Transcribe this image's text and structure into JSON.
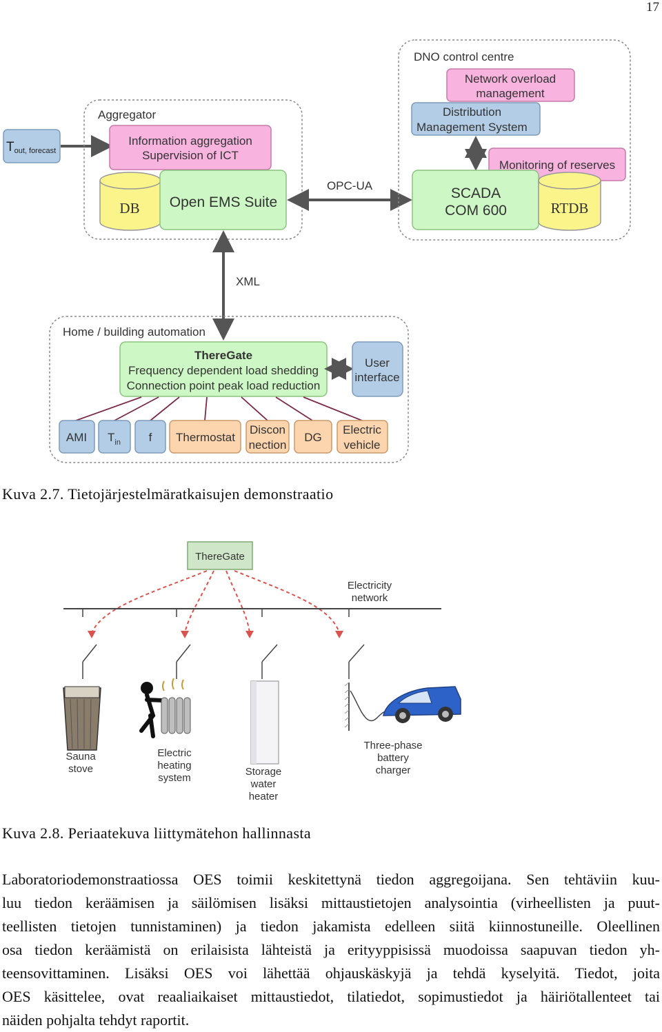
{
  "page_number": "17",
  "figure1": {
    "t_out": {
      "main": "T",
      "sub": "out, forecast"
    },
    "aggregator": {
      "title": "Aggregator",
      "info_box": [
        "Information aggregation",
        "Supervision of ICT"
      ],
      "db": "DB",
      "ems": "Open EMS Suite"
    },
    "opc_ua": "OPC-UA",
    "dno": {
      "title": "DNO control centre",
      "overload": [
        "Network overload",
        "management"
      ],
      "dms": [
        "Distribution",
        "Management System"
      ],
      "monitoring": "Monitoring of reserves",
      "scada": [
        "SCADA",
        "COM 600"
      ],
      "rtdb": "RTDB"
    },
    "xml": "XML",
    "home": {
      "title": "Home / building automation",
      "theregate": [
        "ThereGate",
        "Frequency dependent load shedding",
        "Connection point peak load reduction"
      ],
      "user_interface": [
        "User",
        "interface"
      ],
      "devices": {
        "ami": "AMI",
        "tin_main": "T",
        "tin_sub": "in",
        "f": "f",
        "thermostat": "Thermostat",
        "disconnection": [
          "Discon",
          "nection"
        ],
        "dg": "DG",
        "ev": [
          "Electric",
          "vehicle"
        ]
      }
    },
    "colors": {
      "pink": "#f8b4df",
      "green": "#cdf7c4",
      "yellow": "#fbf48a",
      "blue": "#b4cde6",
      "orange": "#fcd4ae",
      "purple_line": "#7a2a4a"
    }
  },
  "caption1": "Kuva 2.7. Tietojärjestelmäratkaisujen demonstraatio",
  "figure2": {
    "theregate": "ThereGate",
    "network": [
      "Electricity",
      "network"
    ],
    "sauna": [
      "Sauna",
      "stove"
    ],
    "heating": [
      "Electric",
      "heating",
      "system"
    ],
    "storage": [
      "Storage",
      "water",
      "heater"
    ],
    "charger": [
      "Three-phase",
      "battery",
      "charger"
    ]
  },
  "caption2": "Kuva 2.8. Periaatekuva liittymätehon hallinnasta",
  "paragraph_lines": [
    "Laboratoriodemonstraatiossa OES toimii keskitettynä tiedon aggregoijana. Sen tehtäviin kuu-",
    "luu tiedon keräämisen ja säilömisen lisäksi mittaustietojen analysointia (virheellisten ja puut-",
    "teellisten tietojen tunnistaminen) ja tiedon jakamista edelleen siitä kiinnostuneille. Oleellinen",
    "osa tiedon keräämistä on erilaisista lähteistä ja erityyppisissä muodoissa saapuvan tiedon yh-",
    "teensovittaminen. Lisäksi OES voi lähettää ohjauskäskyjä ja tehdä kyselyitä. Tiedot, joita",
    "OES käsittelee, ovat reaaliaikaiset mittaustiedot, tilatiedot, sopimustiedot ja häiriötallenteet tai",
    "näiden pohjalta tehdyt raportit."
  ]
}
